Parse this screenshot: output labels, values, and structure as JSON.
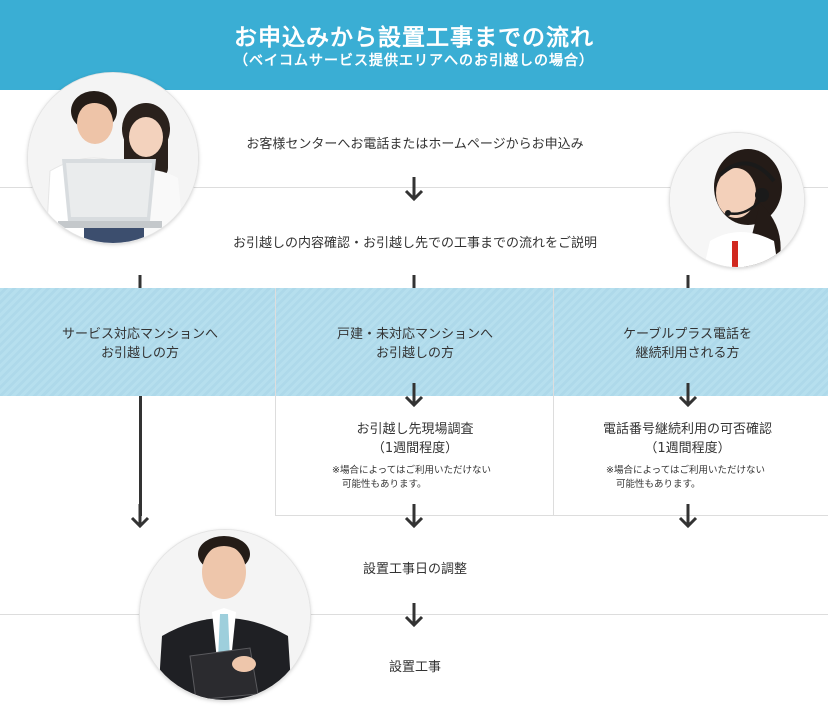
{
  "header": {
    "title": "お申込みから設置工事までの流れ",
    "subtitle": "（ベイコムサービス提供エリアへのお引越しの場合）",
    "background_color": "#3aaed4"
  },
  "steps": {
    "apply": "お客様センターへお電話またはホームページからお申込み",
    "explain": "お引越しの内容確認・お引越し先での工事までの流れをご説明",
    "schedule": "設置工事日の調整",
    "install": "設置工事"
  },
  "routes": [
    {
      "line1": "サービス対応マンションへ",
      "line2": "お引越しの方"
    },
    {
      "line1": "戸建・未対応マンションへ",
      "line2": "お引越しの方"
    },
    {
      "line1": "ケーブルプラス電話を",
      "line2": "継続利用される方"
    }
  ],
  "substeps": [
    {
      "line1": "お引越し先現場調査",
      "line2": "（1週間程度）",
      "note1": "※場合によってはご利用いただけない",
      "note2": "可能性もあります。"
    },
    {
      "line1": "電話番号継続利用の可否確認",
      "line2": "（1週間程度）",
      "note1": "※場合によってはご利用いただけない",
      "note2": "可能性もあります。"
    }
  ],
  "photos": {
    "couple": "couple-laptop-photo",
    "operator": "call-center-operator-photo",
    "technician": "technician-with-clipboard-photo"
  },
  "colors": {
    "band": "#b6dfee",
    "arrow": "#333333",
    "divider": "#dddddd"
  }
}
